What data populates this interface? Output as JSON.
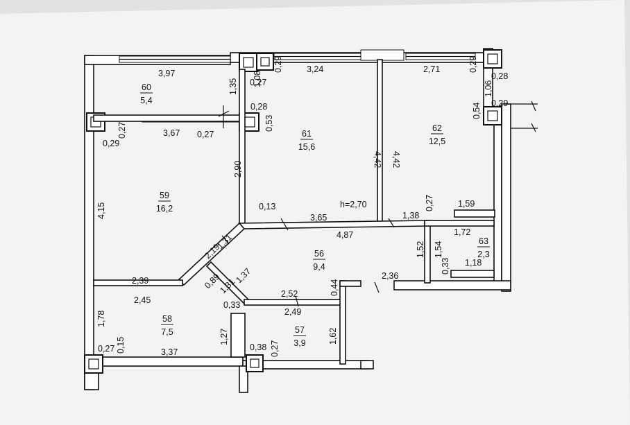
{
  "plan": {
    "ceiling": "h=2,70",
    "rooms": [
      {
        "number": "60",
        "area": "5,4"
      },
      {
        "number": "61",
        "area": "15,6"
      },
      {
        "number": "62",
        "area": "12,5"
      },
      {
        "number": "59",
        "area": "16,2"
      },
      {
        "number": "56",
        "area": "9,4"
      },
      {
        "number": "63",
        "area": "2,3"
      },
      {
        "number": "58",
        "area": "7,5"
      },
      {
        "number": "57",
        "area": "3,9"
      }
    ],
    "dims": [
      "3,97",
      "3,24",
      "2,71",
      "0,27",
      "0,29",
      "1,08",
      "1,35",
      "0,28",
      "0,53",
      "0,29",
      "0,28",
      "1,06",
      "0,29",
      "0,54",
      "3,67",
      "0,27",
      "0,29",
      "0,27",
      "4,42",
      "4,42",
      "2,90",
      "4,15",
      "0,13",
      "3,65",
      "1,38",
      "0,27",
      "1,59",
      "4,87",
      "1,72",
      "1,52",
      "1,54",
      "0,33",
      "1,18",
      "2,19",
      "1,31",
      "2,39",
      "2,45",
      "0,89",
      "1,31",
      "1,37",
      "0,33",
      "2,52",
      "2,49",
      "0,44",
      "2,36",
      "1,78",
      "1,27",
      "1,62",
      "0,27",
      "0,15",
      "3,37",
      "0,38",
      "0,27"
    ]
  }
}
